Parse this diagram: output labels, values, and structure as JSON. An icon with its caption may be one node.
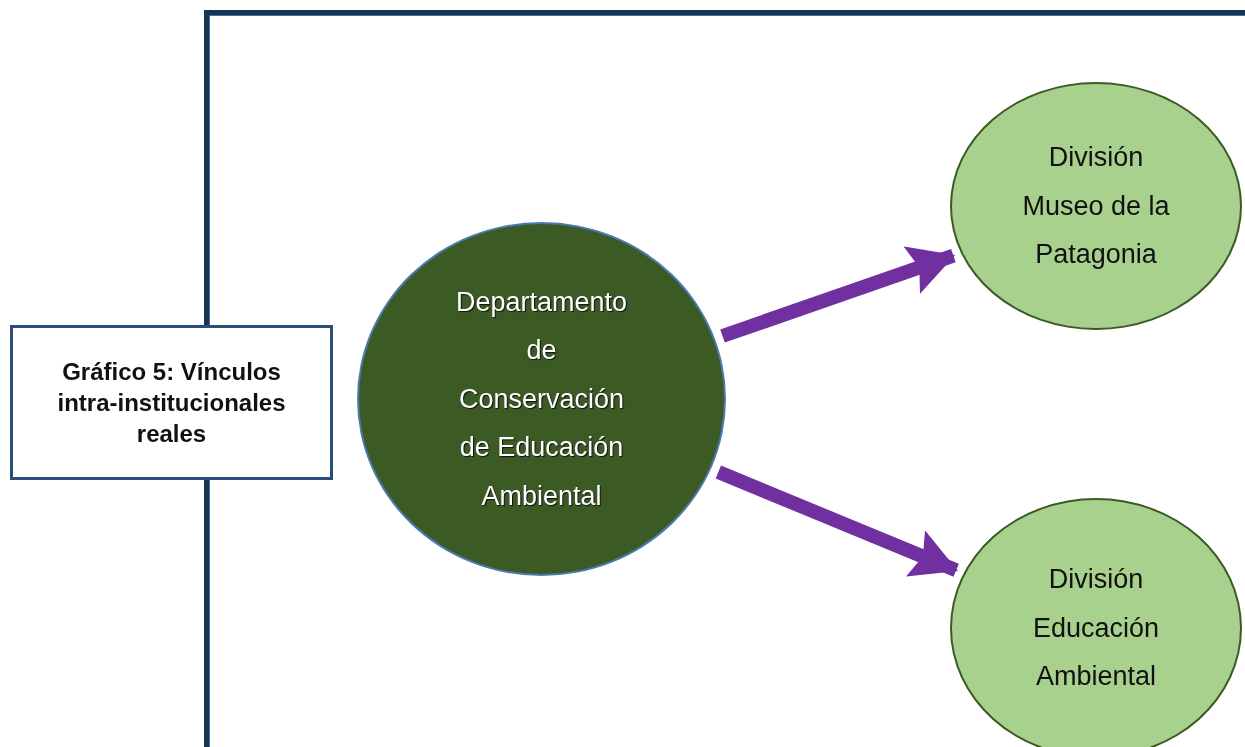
{
  "diagram": {
    "nodes": [
      {
        "text": [
          "Gráfico 5: Vínculos intra-institucionales reales"
        ]
      },
      {
        "text": [
          "Departamento de Conservación de Educación Ambiental"
        ]
      },
      {
        "text": [
          "División Museo de la Patagonia"
        ]
      },
      {
        "text": [
          "División Educación Ambiental"
        ]
      }
    ],
    "edges": [
      {
        "from": 1,
        "to": 2,
        "arrow": "to"
      },
      {
        "from": 1,
        "to": 3,
        "arrow": "to"
      }
    ]
  }
}
